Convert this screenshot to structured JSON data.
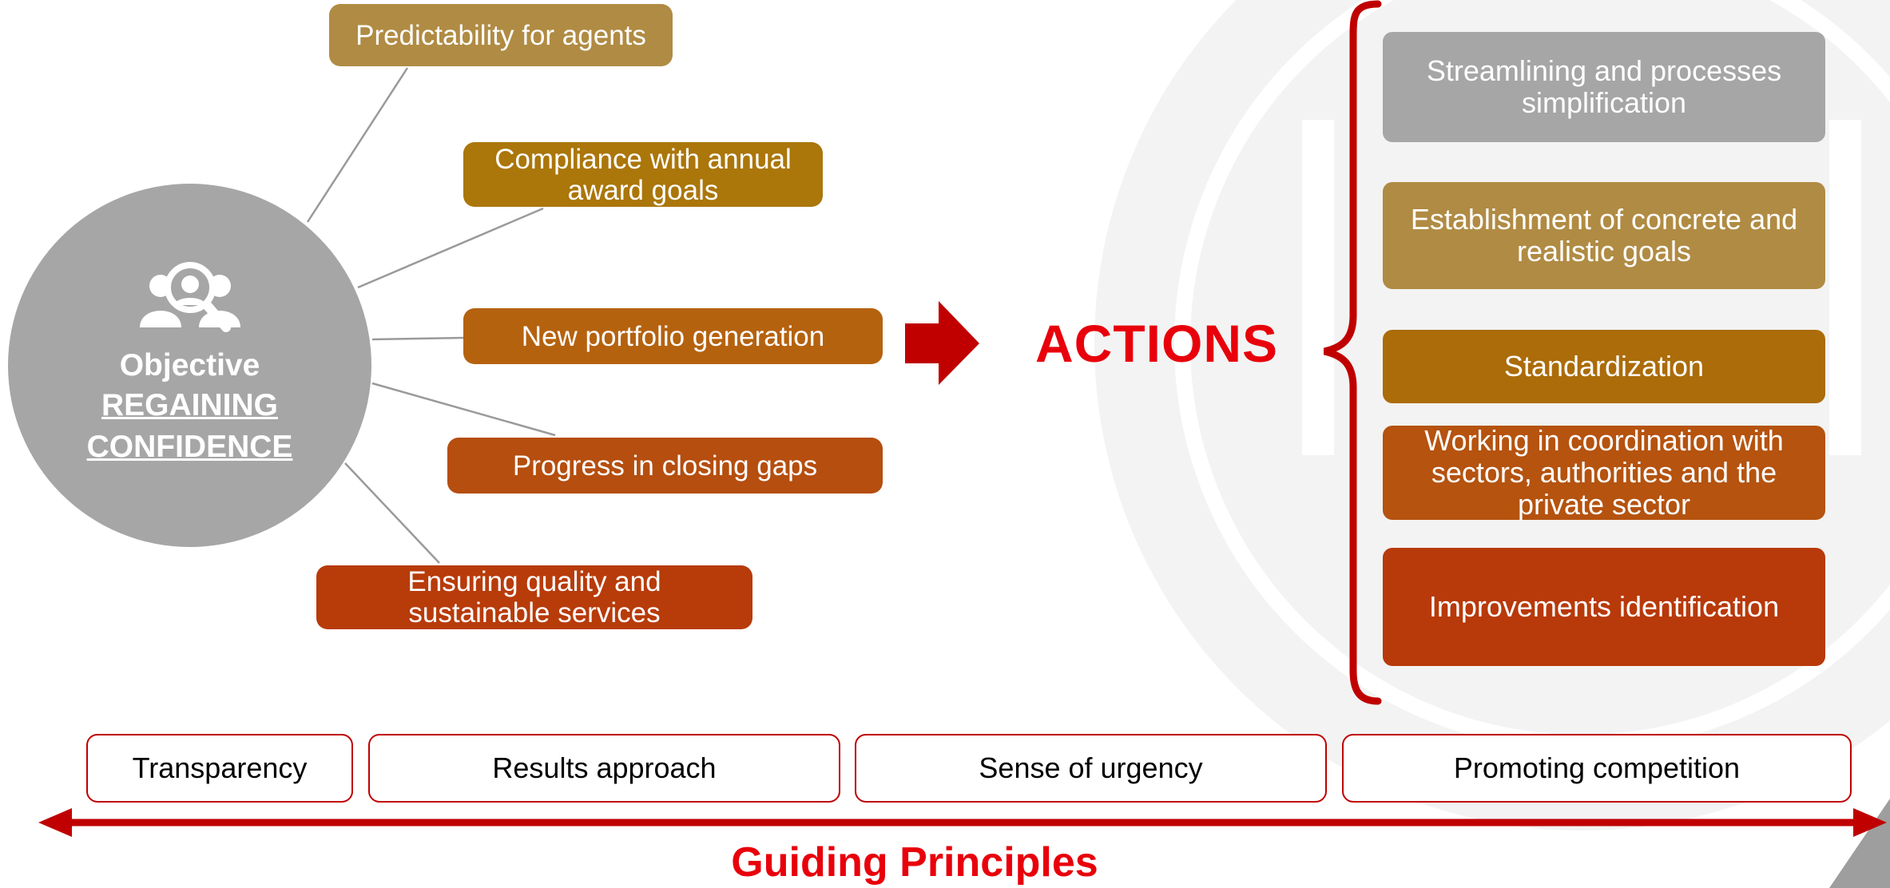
{
  "objective": {
    "label": "Objective",
    "title_line1": "REGAINING",
    "title_line2": "CONFIDENCE"
  },
  "goals": [
    {
      "text": "Predictability for agents",
      "color": "#b08b43"
    },
    {
      "text": "Compliance with annual award goals",
      "color": "#ab760a"
    },
    {
      "text": "New portfolio generation",
      "color": "#b5620f"
    },
    {
      "text": "Progress in closing gaps",
      "color": "#b54e0f"
    },
    {
      "text": "Ensuring quality and sustainable services",
      "color": "#b83b0a"
    }
  ],
  "actions_label": "ACTIONS",
  "actions": [
    {
      "text": "Streamlining and processes simplification",
      "color": "#a6a6a6"
    },
    {
      "text": "Establishment of concrete and realistic goals",
      "color": "#b08b43"
    },
    {
      "text": "Standardization",
      "color": "#ab6c09"
    },
    {
      "text": "Working in coordination with sectors, authorities and the private sector",
      "color": "#b5530f"
    },
    {
      "text": "Improvements identification",
      "color": "#b8390a"
    }
  ],
  "principles": [
    "Transparency",
    "Results approach",
    "Sense of urgency",
    "Promoting competition"
  ],
  "guiding_principles_label": "Guiding Principles",
  "colors": {
    "accent_red": "#e8000b",
    "dark_red": "#c00000",
    "circle_gray": "#a6a6a6"
  }
}
